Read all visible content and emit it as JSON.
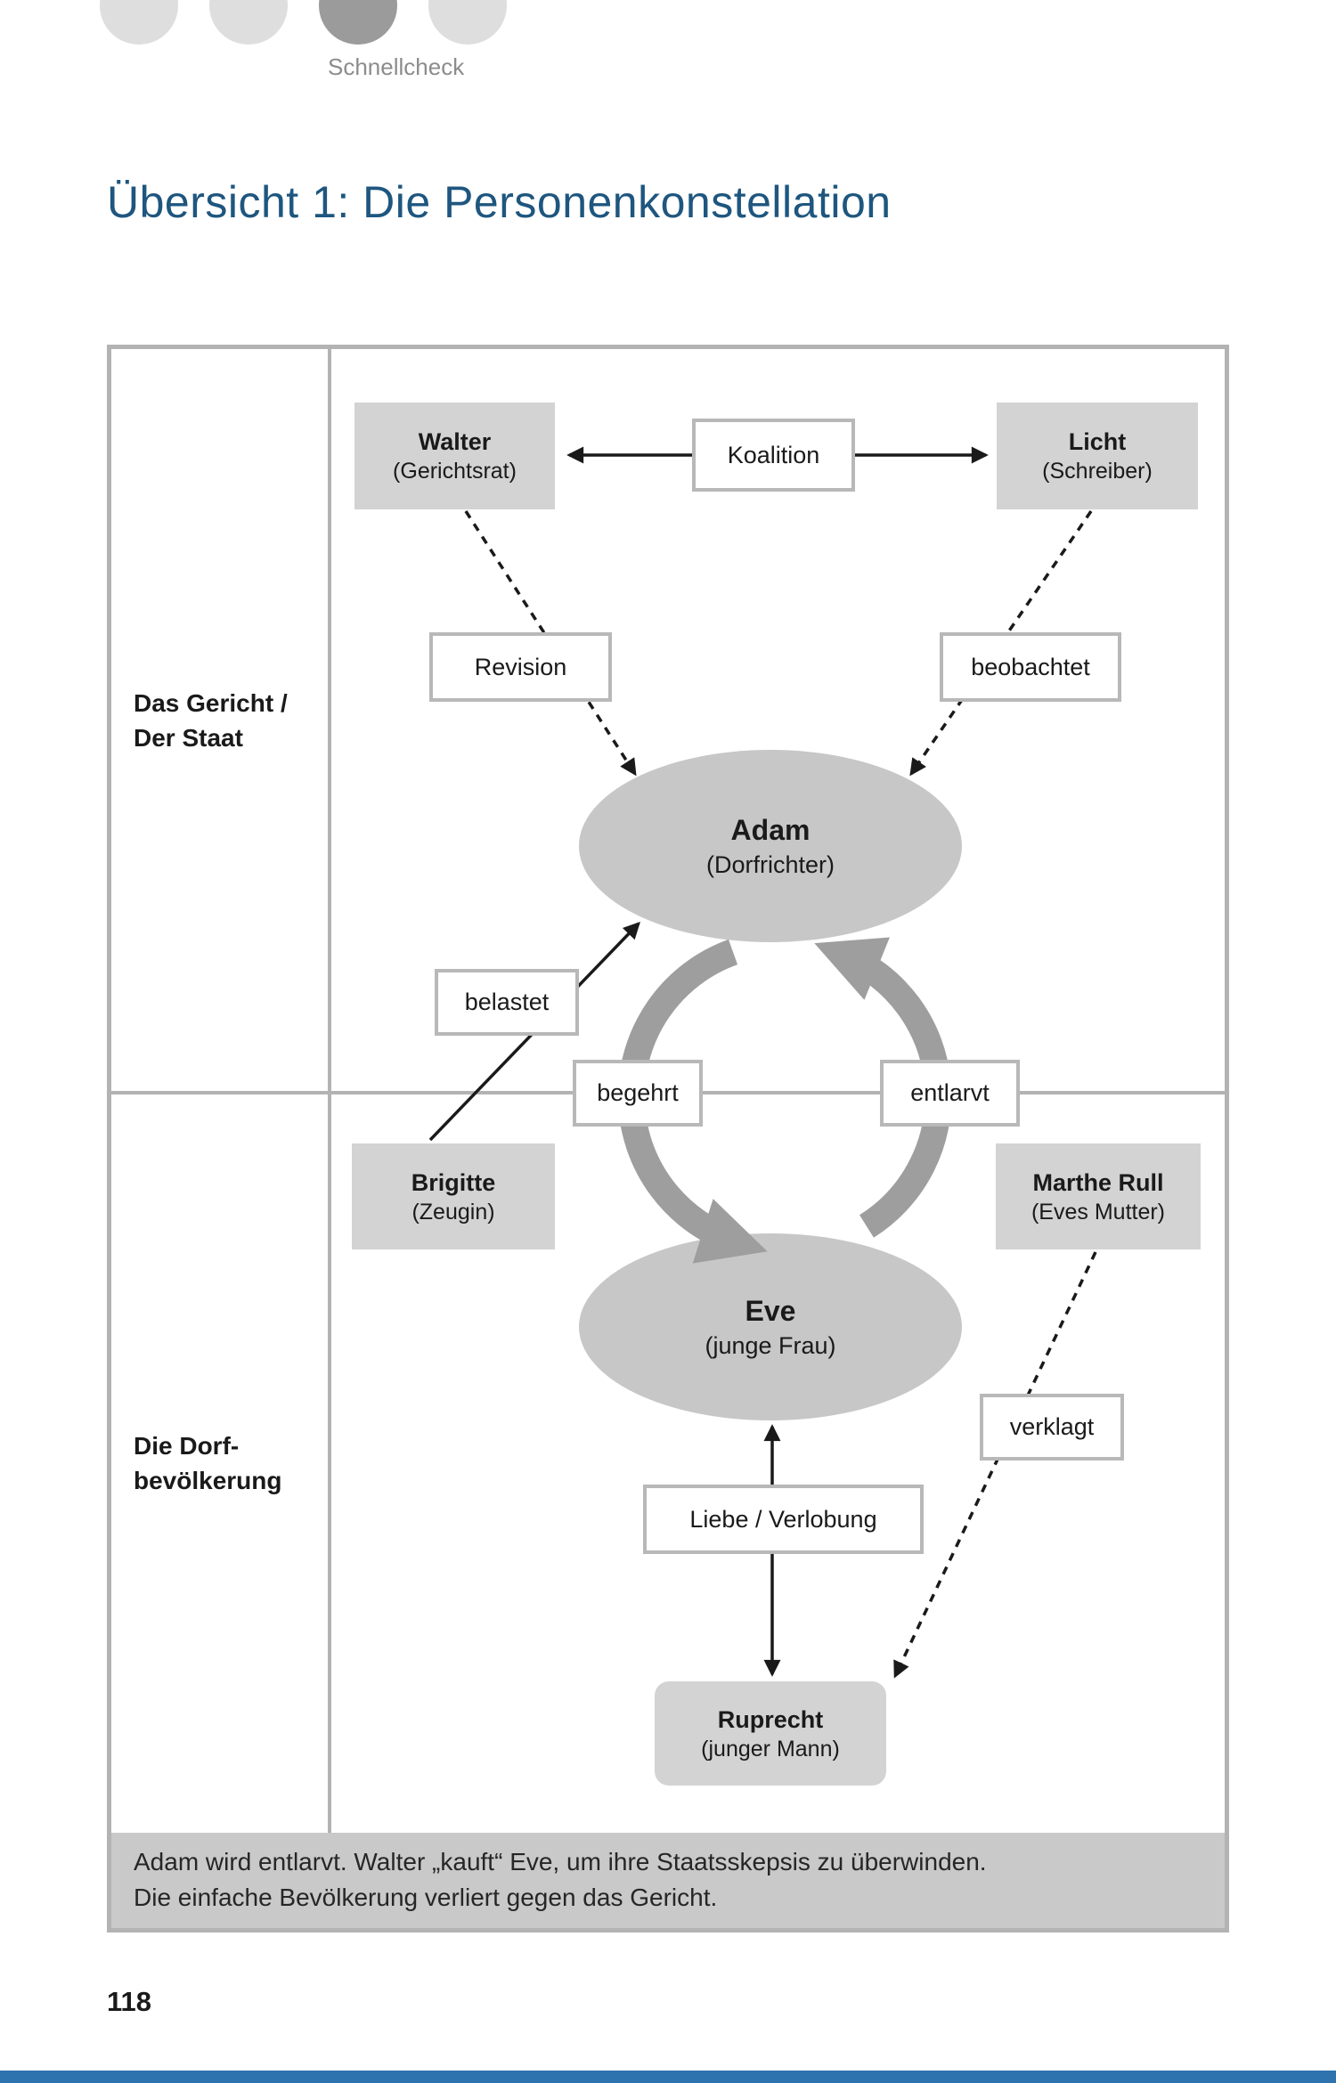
{
  "header": {
    "breadcrumb": {
      "label": "Schnellcheck",
      "steps_total": 4,
      "active_step": 3
    },
    "title": "Übersicht 1: Die Personenkonstellation"
  },
  "diagram": {
    "section_labels": {
      "court": [
        "Das Gericht /",
        "Der Staat"
      ],
      "village": [
        "Die Dorf-",
        "bevölkerung"
      ]
    },
    "persons": {
      "walter": {
        "name": "Walter",
        "role": "(Gerichtsrat)"
      },
      "licht": {
        "name": "Licht",
        "role": "(Schreiber)"
      },
      "adam": {
        "name": "Adam",
        "role": "(Dorfrichter)"
      },
      "brigitte": {
        "name": "Brigitte",
        "role": "(Zeugin)"
      },
      "marthe": {
        "name": "Marthe Rull",
        "role": "(Eves Mutter)"
      },
      "eve": {
        "name": "Eve",
        "role": "(junge Frau)"
      },
      "ruprecht": {
        "name": "Ruprecht",
        "role": "(junger Mann)"
      }
    },
    "relations": {
      "koalition": "Koalition",
      "revision": "Revision",
      "beobachtet": "beobachtet",
      "belastet": "belastet",
      "begehrt": "begehrt",
      "entlarvt": "entlarvt",
      "verklagt": "verklagt",
      "liebe_verlobung": "Liebe / Verlobung"
    },
    "caption": {
      "line1": "Adam wird entlarvt. Walter „kauft“ Eve, um ihre Staatsskepsis zu überwinden.",
      "line2": "Die einfache Bevölkerung verliert gegen das Gericht."
    }
  },
  "footer": {
    "page_number": "118"
  },
  "colors": {
    "title_blue": "#1e567f",
    "node_gray": "#d3d3d3",
    "ellipse_gray": "#c7c7c7",
    "frame_border": "#b3b3b3",
    "caption_bg": "#c9c9c9",
    "cycle_arrow_gray": "#9e9e9e",
    "footer_bar_blue": "#2e73ae",
    "dot_inactive": "#dedede",
    "dot_active": "#9b9b9b"
  }
}
